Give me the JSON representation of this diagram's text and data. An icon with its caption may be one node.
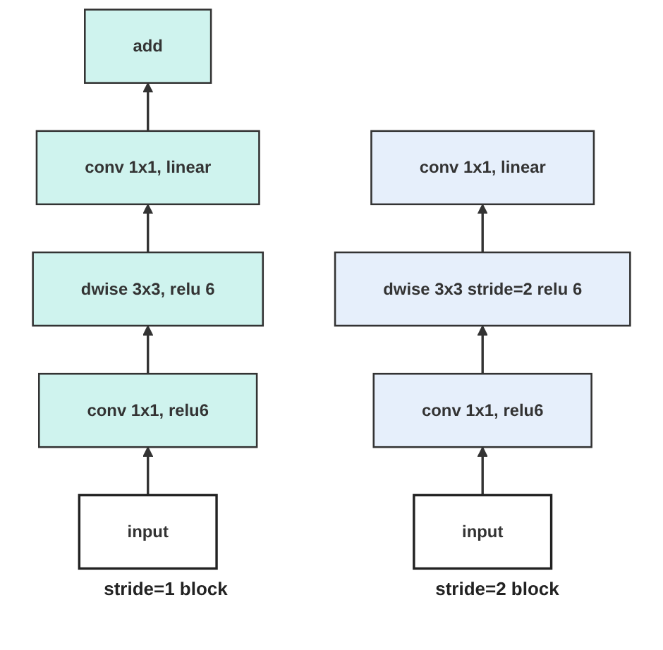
{
  "diagram": {
    "nodes": [
      {
        "text": [
          "add"
        ]
      },
      {
        "text": [
          "conv 1x1, linear"
        ]
      },
      {
        "text": [
          "dwise 3x3, relu 6"
        ]
      },
      {
        "text": [
          "conv 1x1, relu6"
        ]
      },
      {
        "text": [
          "input"
        ]
      },
      {
        "text": [
          "conv 1x1, linear"
        ]
      },
      {
        "text": [
          "dwise 3x3 stride=2 relu 6"
        ]
      },
      {
        "text": [
          "conv 1x1, relu6"
        ]
      },
      {
        "text": [
          "input"
        ]
      }
    ],
    "edges": [
      {
        "from": 4,
        "to": 3,
        "arrow": "to"
      },
      {
        "from": 3,
        "to": 2,
        "arrow": "to"
      },
      {
        "from": 2,
        "to": 1,
        "arrow": "to"
      },
      {
        "from": 1,
        "to": 0,
        "arrow": "to"
      },
      {
        "from": 8,
        "to": 7,
        "arrow": "to"
      },
      {
        "from": 7,
        "to": 6,
        "arrow": "to"
      },
      {
        "from": 6,
        "to": 5,
        "arrow": "to"
      }
    ],
    "labels": [
      "stride=1 block",
      "stride=2 block"
    ]
  }
}
